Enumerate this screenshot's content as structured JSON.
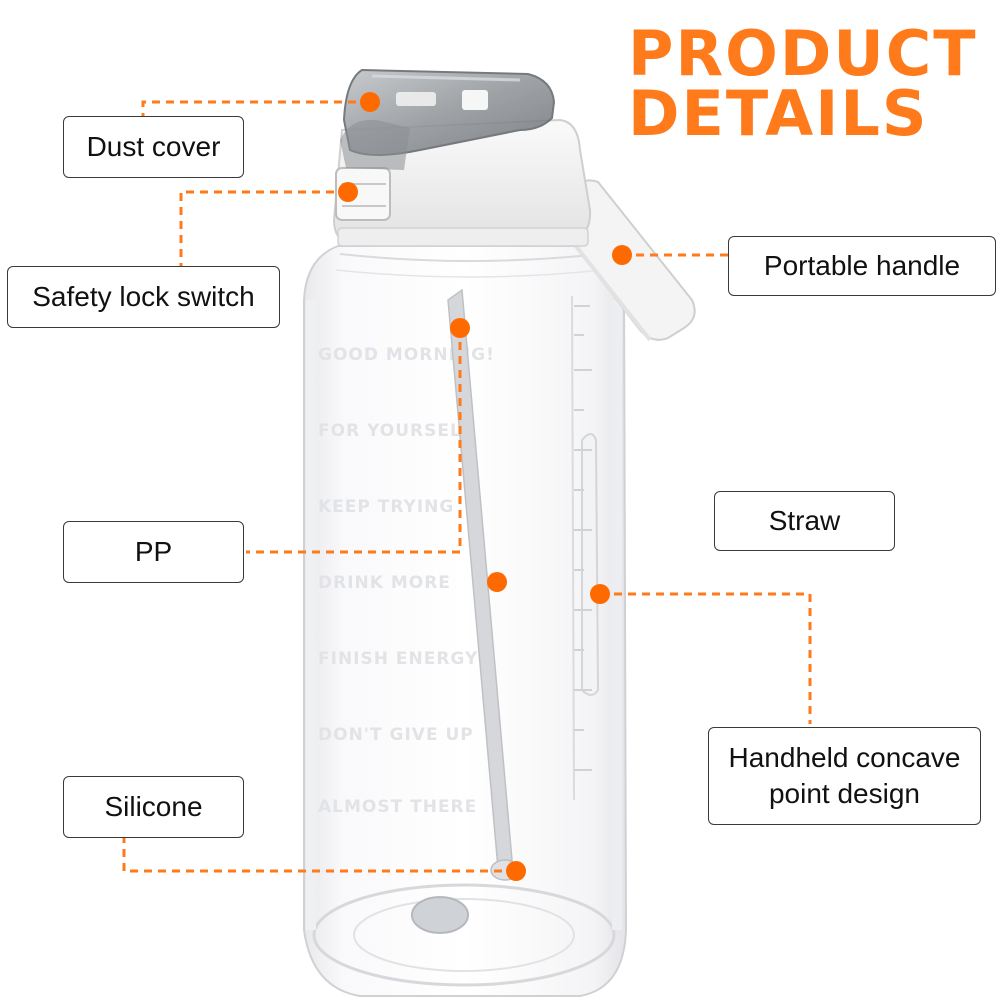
{
  "title": {
    "line1": "PRODUCT",
    "line2": "DETAILS"
  },
  "bottle_text": [
    "GOOD MORNING!",
    "FOR YOURSELF",
    "KEEP TRYING",
    "DRINK MORE",
    "FINISH ENERGY",
    "DON'T GIVE UP",
    "ALMOST THERE"
  ],
  "labels": {
    "dust_cover": "Dust cover",
    "safety_lock": "Safety lock switch",
    "portable_handle": "Portable handle",
    "straw": "Straw",
    "pp": "PP",
    "handheld_line1": "Handheld concave",
    "handheld_line2": "point design",
    "silicone": "Silicone"
  },
  "colors": {
    "accent": "#ff7a1a",
    "callout_dot": "#ff6a00",
    "box_border": "#3a3a3a",
    "text": "#111111"
  }
}
